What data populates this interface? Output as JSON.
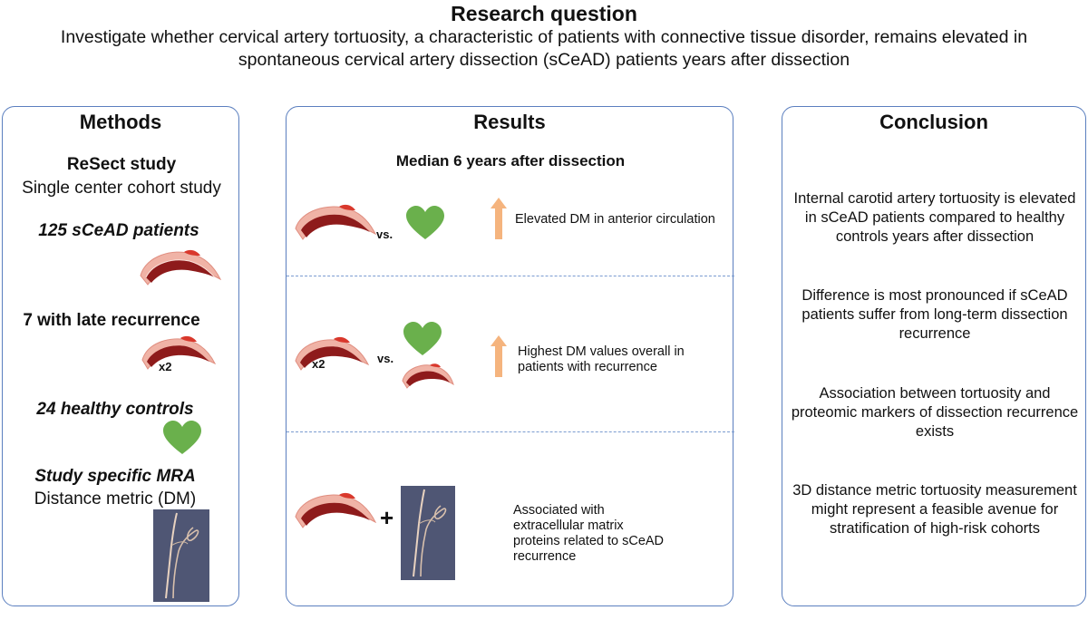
{
  "research_question": {
    "title": "Research question",
    "text": "Investigate whether cervical artery tortuosity, a characteristic of patients with connective tissue disorder, remains elevated in spontaneous cervical artery dissection (sCeAD) patients years after dissection"
  },
  "methods": {
    "title": "Methods",
    "study_name": "ReSect study",
    "study_type": "Single center cohort study",
    "patients": "125 sCeAD patients",
    "recurrence": "7 with late recurrence",
    "recurrence_multiplier": "x2",
    "controls": "24 healthy controls",
    "mra_title": "Study specific MRA",
    "mra_subtitle": "Distance metric (DM)"
  },
  "results": {
    "title": "Results",
    "subtitle": "Median 6 years after dissection",
    "rows": [
      {
        "vs": "vs.",
        "finding": "Elevated DM in anterior circulation"
      },
      {
        "multiplier": "x2",
        "vs": "vs.",
        "finding": "Highest DM values overall in patients with recurrence"
      },
      {
        "plus": "+",
        "finding": "Associated with extracellular matrix proteins related to sCeAD recurrence"
      }
    ]
  },
  "conclusion": {
    "title": "Conclusion",
    "items": [
      "Internal carotid artery tortuosity is elevated in sCeAD patients compared to healthy controls years after dissection",
      "Difference is most pronounced if sCeAD patients suffer from long-term dissection recurrence",
      "Association between tortuosity and proteomic markers of dissection recurrence exists",
      "3D distance metric tortuosity measurement might represent a feasible avenue for stratification of high-risk cohorts"
    ]
  },
  "colors": {
    "panel_border": "#5b7fbf",
    "heart": "#6ab04c",
    "arrow": "#f5b47e",
    "artery_outer": "#f0b3a6",
    "artery_inner": "#8e1b1b",
    "clot": "#d9382c",
    "mra_background": "#4f5674"
  }
}
